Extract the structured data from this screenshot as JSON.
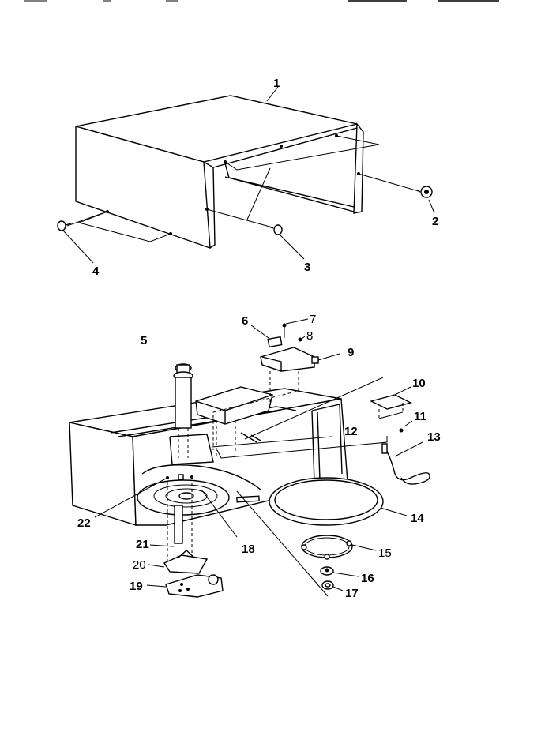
{
  "labels": {
    "l1": "1",
    "l2": "2",
    "l3": "3",
    "l4": "4",
    "l5": "5",
    "l6": "6",
    "l7": "7",
    "l8": "8",
    "l9": "9",
    "l10": "10",
    "l11": "11",
    "l12": "12",
    "l13": "13",
    "l14": "14",
    "l15": "15",
    "l16": "16",
    "l17": "17",
    "l18": "18",
    "l19": "19",
    "l20": "20",
    "l21": "21",
    "l22": "22"
  },
  "colors": {
    "ink": "#000000",
    "paper": "#ffffff"
  }
}
